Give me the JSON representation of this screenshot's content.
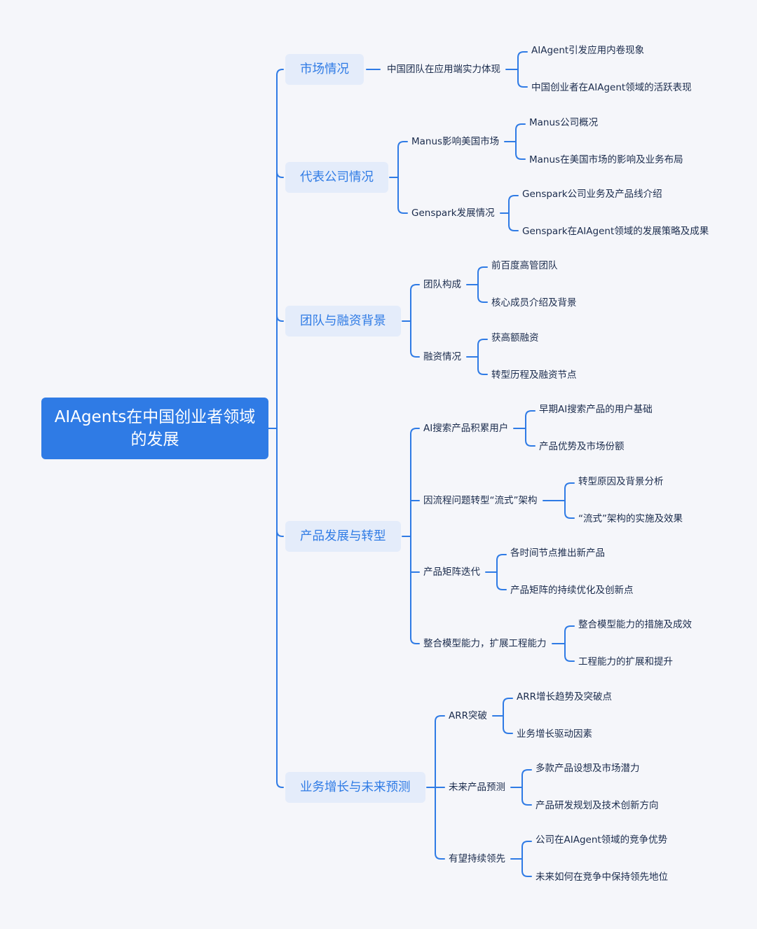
{
  "colors": {
    "background": "#f5f6fa",
    "accent": "#2f7be5",
    "branch_fill": "#e4ecfa",
    "text": "#1a2b4c"
  },
  "mindmap": {
    "root": "AIAgents在中国创业者领域的发展",
    "branches": [
      {
        "label": "市场情况",
        "children": [
          {
            "label": "中国团队在应用端实力体现",
            "children": [
              "AIAgent引发应用内卷现象",
              "中国创业者在AIAgent领域的活跃表现"
            ]
          }
        ]
      },
      {
        "label": "代表公司情况",
        "children": [
          {
            "label": "Manus影响美国市场",
            "children": [
              "Manus公司概况",
              "Manus在美国市场的影响及业务布局"
            ]
          },
          {
            "label": "Genspark发展情况",
            "children": [
              "Genspark公司业务及产品线介绍",
              "Genspark在AIAgent领域的发展策略及成果"
            ]
          }
        ]
      },
      {
        "label": "团队与融资背景",
        "children": [
          {
            "label": "团队构成",
            "children": [
              "前百度高管团队",
              "核心成员介绍及背景"
            ]
          },
          {
            "label": "融资情况",
            "children": [
              "获高额融资",
              "转型历程及融资节点"
            ]
          }
        ]
      },
      {
        "label": "产品发展与转型",
        "children": [
          {
            "label": "AI搜索产品积累用户",
            "children": [
              "早期AI搜索产品的用户基础",
              "产品优势及市场份额"
            ]
          },
          {
            "label": "因流程问题转型“流式”架构",
            "children": [
              "转型原因及背景分析",
              "“流式”架构的实施及效果"
            ]
          },
          {
            "label": "产品矩阵迭代",
            "children": [
              "各时间节点推出新产品",
              "产品矩阵的持续优化及创新点"
            ]
          },
          {
            "label": "整合模型能力，扩展工程能力",
            "children": [
              "整合模型能力的措施及成效",
              "工程能力的扩展和提升"
            ]
          }
        ]
      },
      {
        "label": "业务增长与未来预测",
        "children": [
          {
            "label": "ARR突破",
            "children": [
              "ARR增长趋势及突破点",
              "业务增长驱动因素"
            ]
          },
          {
            "label": "未来产品预测",
            "children": [
              "多款产品设想及市场潜力",
              "产品研发规划及技术创新方向"
            ]
          },
          {
            "label": "有望持续领先",
            "children": [
              "公司在AIAgent领域的竞争优势",
              "未来如何在竞争中保持领先地位"
            ]
          }
        ]
      }
    ]
  }
}
